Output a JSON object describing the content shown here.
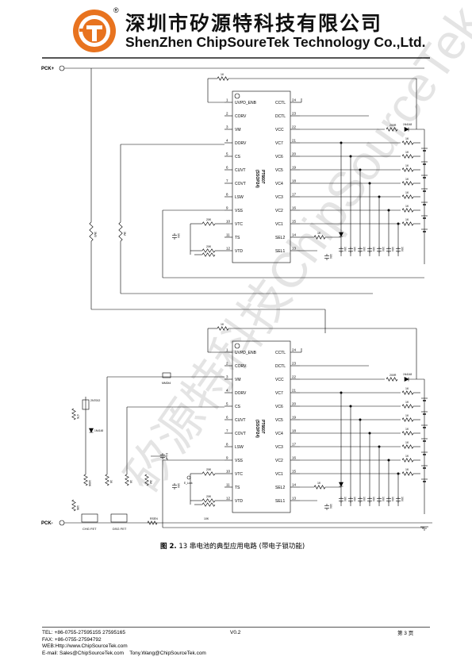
{
  "header": {
    "company_cn": "深圳市矽源特科技有限公司",
    "company_en": "ShenZhen ChipSoureTek Technology Co.,Ltd.",
    "registered_mark": "®"
  },
  "terminals": {
    "pck_plus": "PCK+",
    "pck_minus": "PCK-"
  },
  "chip": {
    "name": "PT6607",
    "package": "(SSOP24)",
    "left_pins": [
      {
        "num": "1",
        "label": "UVPD_ENB"
      },
      {
        "num": "2",
        "label": "CORV"
      },
      {
        "num": "3",
        "label": "VM"
      },
      {
        "num": "4",
        "label": "DORV"
      },
      {
        "num": "5",
        "label": "CS"
      },
      {
        "num": "6",
        "label": "CUVT"
      },
      {
        "num": "7",
        "label": "COVT"
      },
      {
        "num": "8",
        "label": "LSW"
      },
      {
        "num": "9",
        "label": "VSS"
      },
      {
        "num": "10",
        "label": "VTC"
      },
      {
        "num": "11",
        "label": "TS"
      },
      {
        "num": "12",
        "label": "VTD"
      }
    ],
    "right_pins": [
      {
        "num": "24",
        "label": "CCTL"
      },
      {
        "num": "23",
        "label": "DCTL"
      },
      {
        "num": "22",
        "label": "VCC"
      },
      {
        "num": "21",
        "label": "VC7"
      },
      {
        "num": "20",
        "label": "VC6"
      },
      {
        "num": "19",
        "label": "VC5"
      },
      {
        "num": "18",
        "label": "VC4"
      },
      {
        "num": "17",
        "label": "VC3"
      },
      {
        "num": "16",
        "label": "VC2"
      },
      {
        "num": "15",
        "label": "VC1"
      },
      {
        "num": "14",
        "label": "SEL2"
      },
      {
        "num": "13",
        "label": "SEL1"
      }
    ]
  },
  "components": {
    "r_1k": "1K",
    "r_200r": "200R",
    "diode_1n4148": "1N4148",
    "r_20k": "20K",
    "r_3m": "3M",
    "r_10k": "10K",
    "r_100k": "100K",
    "r_1m": "1M",
    "r_2k": "2K",
    "r_47k": "47K",
    "r_3m3": "3M3",
    "ntc_10k": "10K",
    "cap_104": "104",
    "cap_01uf": "0.1uF",
    "mos_mmdt": "MMDt4",
    "fet_2n7002": "2N7002",
    "chg_fet": "CHG FET",
    "dsg_fet": "DSG FET",
    "r_sense": "RSEN",
    "switch": "E_Lock",
    "vdd": "VDD"
  },
  "caption": {
    "figure": "图 2.",
    "text": "13 串电池的典型应用电路 (带电子锁功能)"
  },
  "footer": {
    "tel": "TEL: +86-0755-27595155 27595165",
    "fax": "FAX: +86-0755-27594792",
    "web": "WEB:Http://www.ChipSourceTek.com",
    "email": "E-mail: Sales@ChipSourceTek.com",
    "email2": "Tony.Wang@ChipSourceTek.com",
    "version": "V0.2",
    "page": "第 3 页"
  },
  "watermark": "矽源特科技ChipSourceTek"
}
